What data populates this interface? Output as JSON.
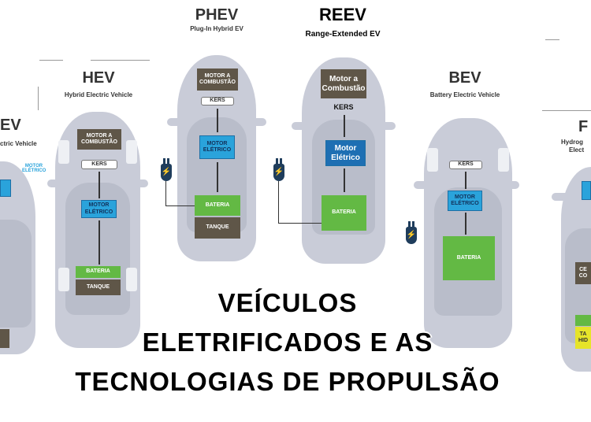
{
  "vehicles": {
    "ev_partial": {
      "title": "EV",
      "subtitle": "ctric Vehicle",
      "motor_label": "MOTOR ELÉTRICO"
    },
    "hev": {
      "title": "HEV",
      "subtitle": "Hybrid Electric Vehicle",
      "combustion": "MOTOR A COMBUSTÃO",
      "kers": "KERS",
      "electric": "MOTOR ELÉTRICO",
      "battery": "BATERIA",
      "tank": "TANQUE"
    },
    "phev": {
      "title": "PHEV",
      "subtitle": "Plug-In Hybrid EV",
      "combustion": "MOTOR A COMBUSTÃO",
      "kers": "KERS",
      "electric": "MOTOR ELÉTRICO",
      "battery": "BATERIA",
      "tank": "TANQUE"
    },
    "reev": {
      "title": "REEV",
      "subtitle": "Range-Extended EV",
      "combustion": "Motor a Combustão",
      "kers": "KERS",
      "electric": "Motor Elétrico",
      "battery": "BATERIA"
    },
    "bev": {
      "title": "BEV",
      "subtitle": "Battery Electric Vehicle",
      "kers": "KERS",
      "electric": "MOTOR ELÉTRICO",
      "battery": "BATERIA"
    },
    "fcev_partial": {
      "title": "F",
      "subtitle1": "Hydrog",
      "subtitle2": "Elect",
      "cell": "CE CO",
      "tank": "TA HID"
    }
  },
  "headline": {
    "line1": "VEÍCULOS",
    "line2": "ELETRIFICADOS E AS",
    "line3": "TECNOLOGIAS DE PROPULSÃO"
  },
  "icons": {
    "plug": "plug-icon",
    "bolt": "⚡"
  },
  "colors": {
    "combustion": "#5f5648",
    "battery": "#63b944",
    "electric": "#2aa3db",
    "tank_h2": "#e6e42a"
  }
}
